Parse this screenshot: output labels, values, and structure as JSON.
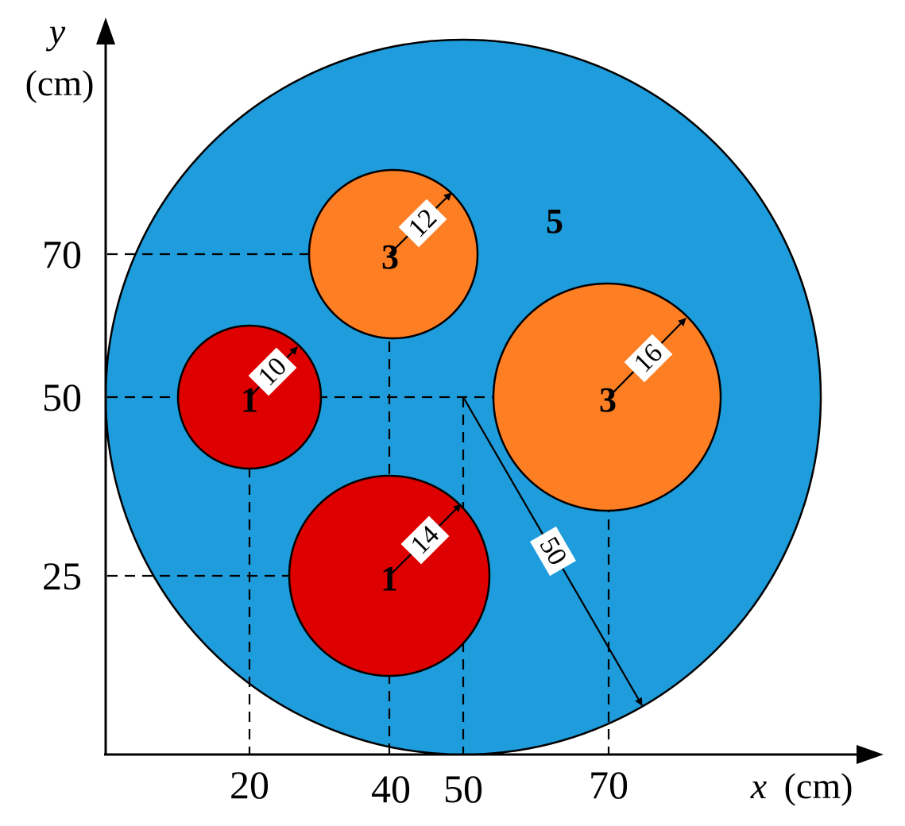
{
  "axes": {
    "y_symbol": "y",
    "y_unit": "(cm)",
    "x_symbol": "x",
    "x_unit": "(cm)",
    "x_ticks": [
      "20",
      "40",
      "50",
      "70"
    ],
    "y_ticks": [
      "70",
      "50",
      "25"
    ]
  },
  "colors": {
    "outer": "#1e9cdb",
    "material_1": "#de0000",
    "material_3": "#fd7e23",
    "outline": "#000000"
  },
  "regions": {
    "outer": {
      "material": "5",
      "center_x": 50,
      "center_y": 50,
      "radius": 50,
      "radius_label": "50"
    },
    "circles": [
      {
        "material": "1",
        "center_x": 20,
        "center_y": 50,
        "radius": 10,
        "radius_label": "10"
      },
      {
        "material": "3",
        "center_x": 40,
        "center_y": 70,
        "radius": 12,
        "radius_label": "12"
      },
      {
        "material": "3",
        "center_x": 70,
        "center_y": 50,
        "radius": 16,
        "radius_label": "16"
      },
      {
        "material": "1",
        "center_x": 40,
        "center_y": 25,
        "radius": 14,
        "radius_label": "14"
      }
    ]
  }
}
